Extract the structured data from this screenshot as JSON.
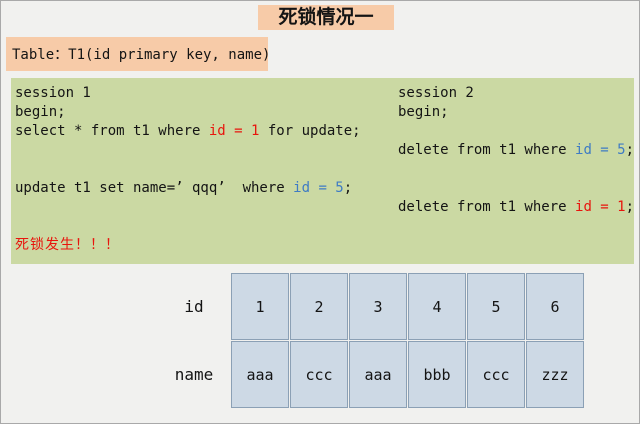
{
  "slide": {
    "title": "死锁情况一",
    "table_definition": "Table：T1(id primary key, name)"
  },
  "colors": {
    "page_background": "#f1f1ef",
    "highlight_peach": "#f7cba8",
    "code_panel_green": "#cbd9a3",
    "table_cell_blue": "#cdd9e5",
    "table_border": "#8ba0b5",
    "emphasis_red": "#e8150d",
    "emphasis_blue": "#3e7bc4",
    "text": "#141414"
  },
  "sessions": {
    "session1": {
      "lines": [
        {
          "segments": [
            {
              "text": "session 1",
              "color": "default"
            }
          ]
        },
        {
          "segments": [
            {
              "text": "begin;",
              "color": "default"
            }
          ]
        },
        {
          "segments": [
            {
              "text": "select * from t1 where ",
              "color": "default"
            },
            {
              "text": "id = 1",
              "color": "red"
            },
            {
              "text": " for update;",
              "color": "default"
            }
          ]
        },
        {
          "segments": []
        },
        {
          "segments": []
        },
        {
          "segments": [
            {
              "text": "update t1 set name=’ qqq’  where ",
              "color": "default"
            },
            {
              "text": "id = 5",
              "color": "blue"
            },
            {
              "text": ";",
              "color": "default"
            }
          ]
        },
        {
          "segments": []
        },
        {
          "segments": []
        },
        {
          "segments": [
            {
              "text": "死锁发生！！！",
              "color": "red"
            }
          ]
        }
      ]
    },
    "session2": {
      "lines": [
        {
          "segments": [
            {
              "text": "session 2",
              "color": "default"
            }
          ]
        },
        {
          "segments": [
            {
              "text": "begin;",
              "color": "default"
            }
          ]
        },
        {
          "segments": []
        },
        {
          "segments": [
            {
              "text": "delete from t1 where ",
              "color": "default"
            },
            {
              "text": "id = 5",
              "color": "blue"
            },
            {
              "text": ";",
              "color": "default"
            }
          ]
        },
        {
          "segments": []
        },
        {
          "segments": []
        },
        {
          "segments": [
            {
              "text": "delete from t1 where ",
              "color": "default"
            },
            {
              "text": "id = 1",
              "color": "red"
            },
            {
              "text": ";",
              "color": "default"
            }
          ]
        }
      ]
    }
  },
  "table": {
    "row_labels": [
      "id",
      "name"
    ],
    "id_values": [
      "1",
      "2",
      "3",
      "4",
      "5",
      "6"
    ],
    "name_values": [
      "aaa",
      "ccc",
      "aaa",
      "bbb",
      "ccc",
      "zzz"
    ]
  }
}
